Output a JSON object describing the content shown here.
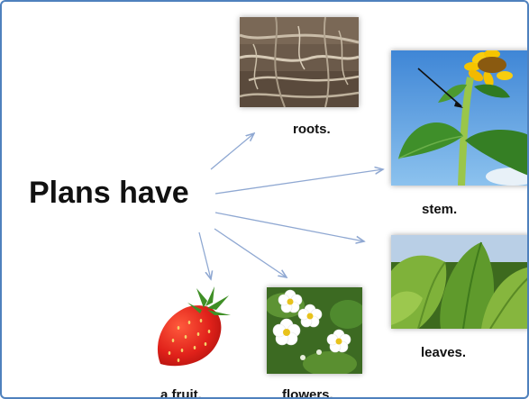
{
  "diagram": {
    "title": "Plans have",
    "parts": {
      "roots": {
        "label": "roots.",
        "icon": "roots-photo"
      },
      "stem": {
        "label": "stem.",
        "icon": "sunflower-stem-photo"
      },
      "leaves": {
        "label": "leaves.",
        "icon": "leaves-photo"
      },
      "flowers": {
        "label": "flowers.",
        "icon": "strawberry-flowers-photo"
      },
      "fruit": {
        "label": "a fruit.",
        "icon": "strawberry-photo"
      }
    },
    "colors": {
      "border": "#4f81bd",
      "arrow": "#8fa8d2"
    }
  }
}
